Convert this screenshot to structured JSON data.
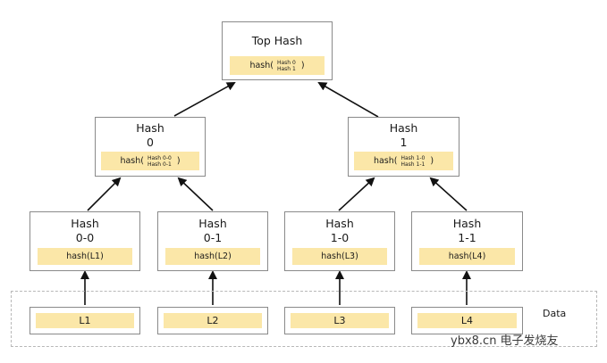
{
  "top": {
    "title": "Top Hash",
    "hash_prefix": "hash(",
    "args": [
      "Hash 0",
      "Hash 1"
    ],
    "hash_suffix": ")"
  },
  "mid": [
    {
      "title": "Hash",
      "index": "0",
      "hash_prefix": "hash(",
      "args": [
        "Hash 0-0",
        "Hash 0-1"
      ],
      "hash_suffix": ")"
    },
    {
      "title": "Hash",
      "index": "1",
      "hash_prefix": "hash(",
      "args": [
        "Hash 1-0",
        "Hash 1-1"
      ],
      "hash_suffix": ")"
    }
  ],
  "leaves": [
    {
      "title": "Hash",
      "index": "0-0",
      "hash": "hash(L1)"
    },
    {
      "title": "Hash",
      "index": "0-1",
      "hash": "hash(L2)"
    },
    {
      "title": "Hash",
      "index": "1-0",
      "hash": "hash(L3)"
    },
    {
      "title": "Hash",
      "index": "1-1",
      "hash": "hash(L4)"
    }
  ],
  "data_blocks": [
    "L1",
    "L2",
    "L3",
    "L4"
  ],
  "data_label": "Data",
  "watermark": "ybx8.cn 电子发烧友"
}
